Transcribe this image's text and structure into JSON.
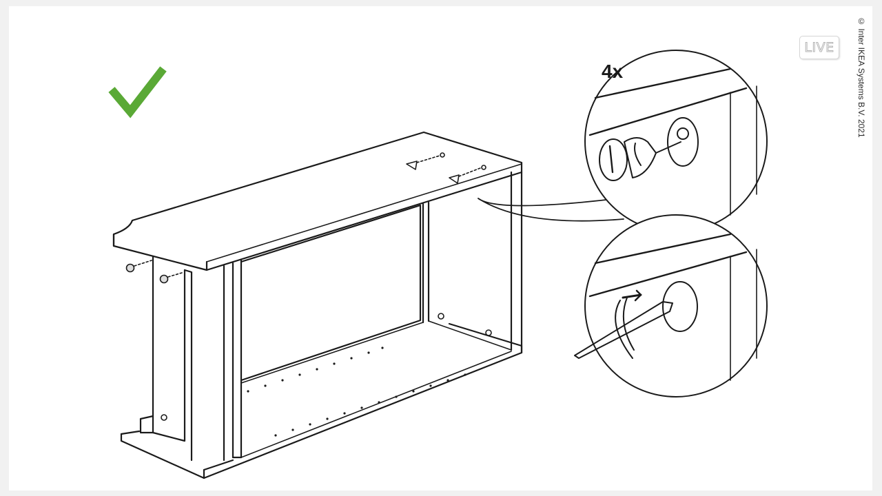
{
  "overlay": {
    "live_badge": "LIVE",
    "copyright": "© Inter IKEA Systems B.V. 2021"
  },
  "diagram": {
    "quantity_label": "4x",
    "check_color": "#5aa936",
    "line_color": "#1a1a1a"
  }
}
